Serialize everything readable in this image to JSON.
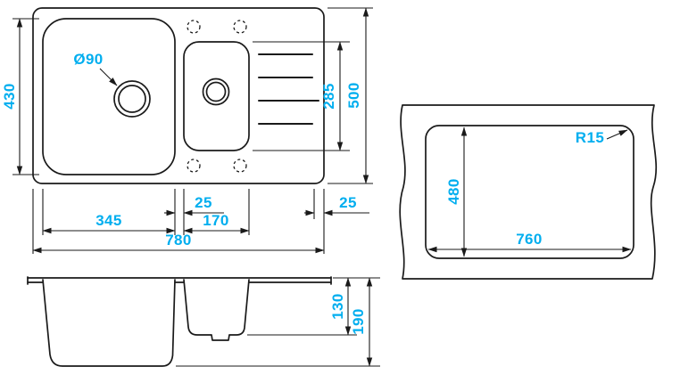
{
  "colors": {
    "accent": "#00AEEF",
    "line": "#1A1A1A",
    "background": "#FFFFFF"
  },
  "top_view": {
    "drain_label": "Ø90",
    "dims": {
      "bowl_inner_height": "430",
      "overall_height": "500",
      "second_bowl_height": "285",
      "divider_gap": "25",
      "main_bowl_width": "345",
      "second_bowl_width": "170",
      "right_margin": "25",
      "overall_width": "780"
    }
  },
  "cutout_view": {
    "dims": {
      "corner_radius": "R15",
      "cutout_height": "480",
      "cutout_width": "760"
    }
  },
  "side_view": {
    "dims": {
      "second_bowl_depth": "130",
      "overall_depth": "190"
    }
  }
}
